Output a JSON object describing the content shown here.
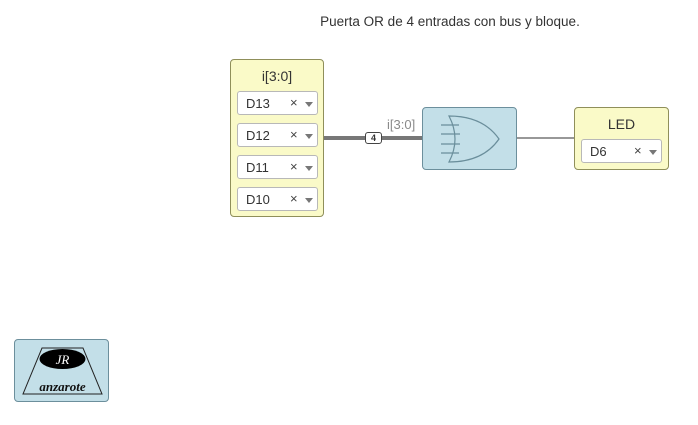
{
  "title": "Puerta OR de 4 entradas con bus y bloque.",
  "input_block": {
    "label": "i[3:0]",
    "pins": [
      {
        "value": "D13",
        "clear": "×"
      },
      {
        "value": "D12",
        "clear": "×"
      },
      {
        "value": "D11",
        "clear": "×"
      },
      {
        "value": "D10",
        "clear": "×"
      }
    ]
  },
  "bus": {
    "label": "i[3:0]",
    "width": "4"
  },
  "or_gate": {
    "icon": "or-gate-icon"
  },
  "output_block": {
    "label": "LED",
    "pin": {
      "value": "D6",
      "clear": "×"
    }
  },
  "logo": {
    "initials": "JR",
    "text": "anzarote"
  },
  "colors": {
    "io_block_bg": "#fafac8",
    "gate_block_bg": "#c3dfe8",
    "bus_wire": "#777777",
    "wire": "#777777"
  }
}
